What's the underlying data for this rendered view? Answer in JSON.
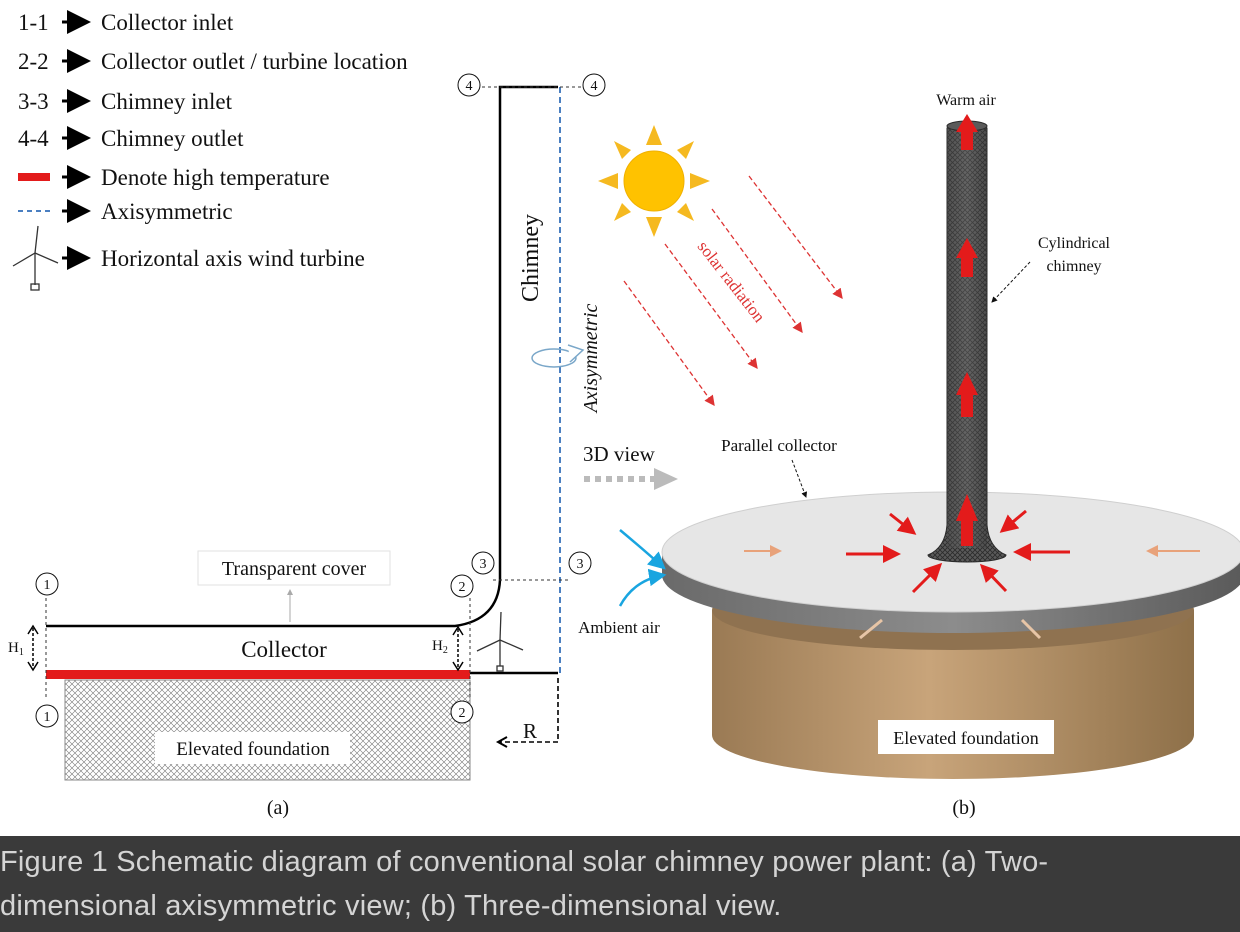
{
  "legend": {
    "items": [
      {
        "key": "1-1",
        "label": "Collector inlet"
      },
      {
        "key": "2-2",
        "label": "Collector outlet / turbine location"
      },
      {
        "key": "3-3",
        "label": "Chimney inlet"
      },
      {
        "key": "4-4",
        "label": "Chimney outlet"
      },
      {
        "key": "",
        "label": "Denote high temperature"
      },
      {
        "key": "",
        "label": "Axisymmetric"
      },
      {
        "key": "",
        "label": "Horizontal axis wind turbine"
      }
    ],
    "colors": {
      "high_temperature": "#e31b1b",
      "axisymmetric": "#4a7fc1"
    }
  },
  "panel_a": {
    "chimney_label": "Chimney",
    "axis_label": "Axisymmetric",
    "cover_label": "Transparent cover",
    "collector_label": "Collector",
    "foundation_label": "Elevated foundation",
    "h1": "H",
    "h1_sub": "1",
    "h2": "H",
    "h2_sub": "2",
    "r_label": "R",
    "station_markers": [
      "1",
      "1",
      "2",
      "2",
      "3",
      "3",
      "4",
      "4"
    ],
    "caption_letter": "(a)"
  },
  "view_label": "3D view",
  "panel_b": {
    "warm_air": "Warm air",
    "chimney_label_1": "Cylindrical",
    "chimney_label_2": "chimney",
    "solar_label": "solar radiation",
    "collector_label": "Parallel collector",
    "ambient_label": "Ambient air",
    "foundation_label": "Elevated foundation",
    "caption_letter": "(b)"
  },
  "caption": {
    "line1": "Figure 1 Schematic diagram of conventional solar chimney power plant: (a) Two-",
    "line2": "dimensional axisymmetric view; (b) Three-dimensional view."
  }
}
